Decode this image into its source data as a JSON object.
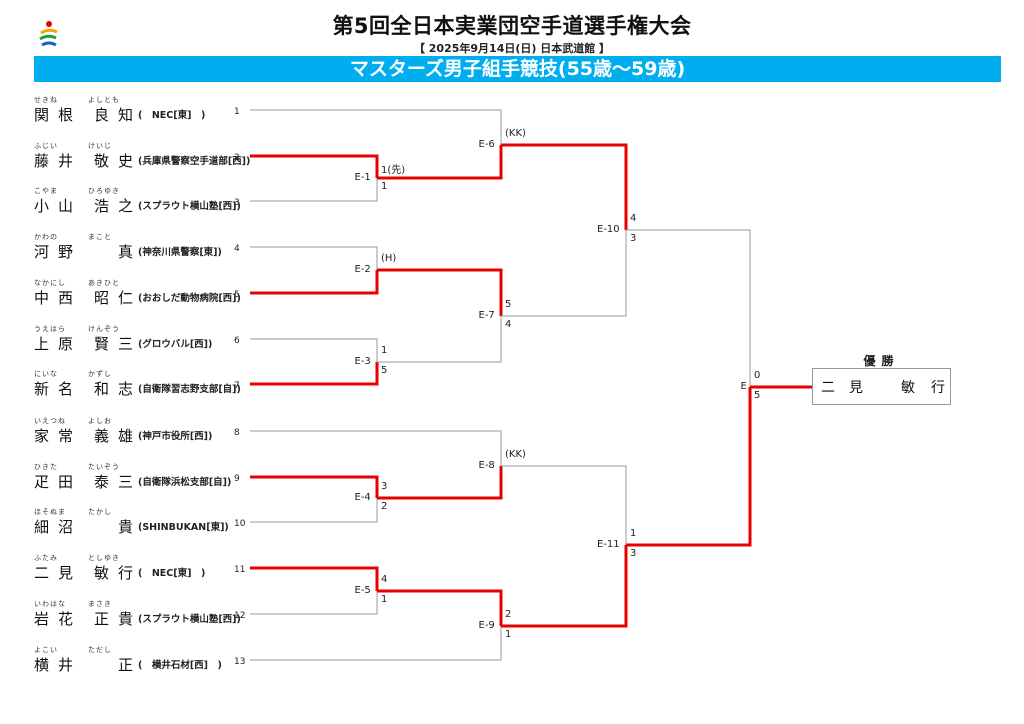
{
  "header": {
    "title": "第5回全日本実業団空手道選手権大会",
    "subtitle": "【 2025年9月14日(日) 日本武道館 】",
    "banner": "マスターズ男子組手競技(55歳～59歳)"
  },
  "colors": {
    "banner": "#00aeef",
    "win_line": "#e60000",
    "line": "#999999"
  },
  "players": [
    {
      "furi": [
        "せ",
        "き",
        "ね",
        "",
        "よ",
        "し",
        "と",
        "も"
      ],
      "kanji": [
        "関",
        "根",
        "",
        "良",
        "知"
      ],
      "aff": "(　NEC[東]　)",
      "seed": "1"
    },
    {
      "furi": [
        "ふ",
        "じ",
        "い",
        "",
        "け",
        "い",
        "じ"
      ],
      "kanji": [
        "藤",
        "井",
        "",
        "敬",
        "史"
      ],
      "aff": "(兵庫県警察空手道部[西])",
      "seed": "2"
    },
    {
      "furi": [
        "こ",
        "や",
        "ま",
        "",
        "ひ",
        "ろ",
        "ゆ",
        "き"
      ],
      "kanji": [
        "小",
        "山",
        "",
        "浩",
        "之"
      ],
      "aff": "(スプラウト横山塾[西])",
      "seed": "3"
    },
    {
      "furi": [
        "か",
        "わ",
        "の",
        "",
        "ま",
        "こ",
        "と"
      ],
      "kanji": [
        "河",
        "野",
        "",
        "",
        "真"
      ],
      "aff": "(神奈川県警察[東])",
      "seed": "4"
    },
    {
      "furi": [
        "な",
        "か",
        "に",
        "し",
        "",
        "あ",
        "き",
        "ひ",
        "と"
      ],
      "kanji": [
        "中",
        "西",
        "",
        "昭",
        "仁"
      ],
      "aff": "(おおしだ動物病院[西])",
      "seed": "5"
    },
    {
      "furi": [
        "う",
        "え",
        "は",
        "ら",
        "",
        "け",
        "ん",
        "ぞ",
        "う"
      ],
      "kanji": [
        "上",
        "原",
        "",
        "賢",
        "三"
      ],
      "aff": "(グロウバル[西])",
      "seed": "6"
    },
    {
      "furi": [
        "に",
        "い",
        "な",
        "",
        "か",
        "ず",
        "し"
      ],
      "kanji": [
        "新",
        "名",
        "",
        "和",
        "志"
      ],
      "aff": "(自衛隊習志野支部[自])",
      "seed": "7"
    },
    {
      "furi": [
        "い",
        "え",
        "つ",
        "ね",
        "",
        "よ",
        "し",
        "お"
      ],
      "kanji": [
        "家",
        "常",
        "",
        "義",
        "雄"
      ],
      "aff": "(神戸市役所[西])",
      "seed": "8"
    },
    {
      "furi": [
        "ひ",
        "き",
        "た",
        "",
        "た",
        "い",
        "ぞ",
        "う"
      ],
      "kanji": [
        "疋",
        "田",
        "",
        "泰",
        "三"
      ],
      "aff": "(自衛隊浜松支部[自])",
      "seed": "9"
    },
    {
      "furi": [
        "ほ",
        "そ",
        "ぬ",
        "ま",
        "",
        "た",
        "か",
        "し"
      ],
      "kanji": [
        "細",
        "沼",
        "",
        "",
        "貴"
      ],
      "aff": "(SHINBUKAN[東])",
      "seed": "10"
    },
    {
      "furi": [
        "ふ",
        "た",
        "み",
        "",
        "と",
        "し",
        "ゆ",
        "き"
      ],
      "kanji": [
        "二",
        "見",
        "",
        "敏",
        "行"
      ],
      "aff": "(　NEC[東]　)",
      "seed": "11"
    },
    {
      "furi": [
        "い",
        "わ",
        "は",
        "な",
        "",
        "ま",
        "さ",
        "き"
      ],
      "kanji": [
        "岩",
        "花",
        "",
        "正",
        "貴"
      ],
      "aff": "(スプラウト横山塾[西])",
      "seed": "12"
    },
    {
      "furi": [
        "よ",
        "こ",
        "い",
        "",
        "た",
        "だ",
        "し"
      ],
      "kanji": [
        "横",
        "井",
        "",
        "",
        "正"
      ],
      "aff": "(　横井石材[西]　)",
      "seed": "13"
    }
  ],
  "bouts": {
    "E1": {
      "id": "E-1",
      "top": "1(先)",
      "bot": "1"
    },
    "E2": {
      "id": "E-2",
      "top": "(H)"
    },
    "E3": {
      "id": "E-3",
      "top": "1",
      "bot": "5"
    },
    "E4": {
      "id": "E-4",
      "top": "3",
      "bot": "2"
    },
    "E5": {
      "id": "E-5",
      "top": "4",
      "bot": "1"
    },
    "E6": {
      "id": "E-6",
      "top": "(KK)"
    },
    "E7": {
      "id": "E-7",
      "top": "5",
      "bot": "4"
    },
    "E8": {
      "id": "E-8",
      "top": "(KK)"
    },
    "E9": {
      "id": "E-9",
      "top": "2",
      "bot": "1"
    },
    "E10": {
      "id": "E-10",
      "top": "4",
      "bot": "3"
    },
    "E11": {
      "id": "E-11",
      "top": "1",
      "bot": "3"
    },
    "E": {
      "id": "E",
      "top": "0",
      "bot": "5"
    }
  },
  "winner": {
    "title": "優勝",
    "name": [
      "二",
      "見",
      "",
      "敏",
      "行"
    ]
  }
}
